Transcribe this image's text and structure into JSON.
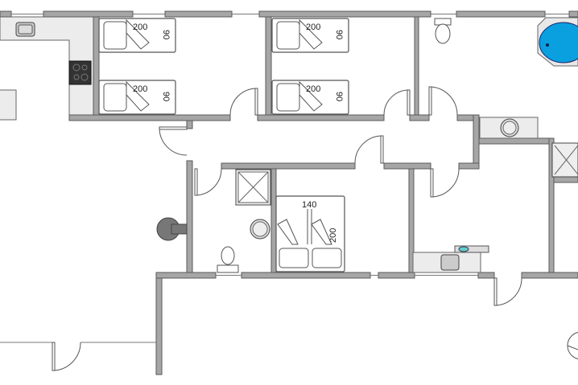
{
  "beds": [
    {
      "length": "200",
      "width": "90"
    },
    {
      "length": "200",
      "width": "90"
    },
    {
      "length": "200",
      "width": "90"
    },
    {
      "length": "200",
      "width": "90"
    }
  ],
  "double_bed": {
    "width": "140",
    "length": "200"
  },
  "colors": {
    "wall": "#a6a6a6",
    "bathtub": "#0aa0e0",
    "counter": "#ececec"
  }
}
